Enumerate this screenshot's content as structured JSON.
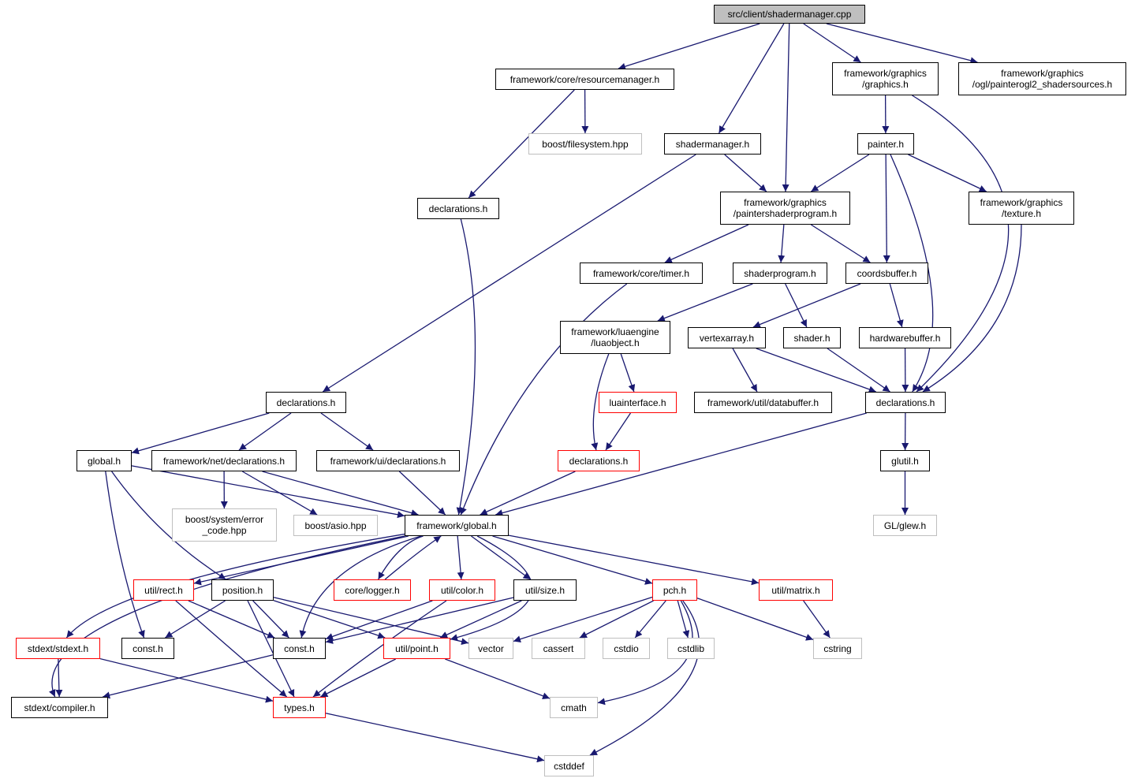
{
  "diagram": {
    "type": "include-dependency-graph",
    "edge_color": "#191970",
    "nodes": [
      {
        "id": "root",
        "label": "src/client/shadermanager.cpp",
        "kind": "root"
      },
      {
        "id": "resmgr",
        "label": "framework/core/resourcemanager.h",
        "kind": "normal"
      },
      {
        "id": "graphics",
        "label": "framework/graphics\n/graphics.h",
        "kind": "normal"
      },
      {
        "id": "shadersrc",
        "label": "framework/graphics\n/ogl/painterogl2_shadersources.h",
        "kind": "normal"
      },
      {
        "id": "bfs",
        "label": "boost/filesystem.hpp",
        "kind": "external"
      },
      {
        "id": "shadermgrh",
        "label": "shadermanager.h",
        "kind": "normal"
      },
      {
        "id": "painter",
        "label": "painter.h",
        "kind": "normal"
      },
      {
        "id": "decl_core",
        "label": "declarations.h",
        "kind": "normal"
      },
      {
        "id": "pshader",
        "label": "framework/graphics\n/paintershaderprogram.h",
        "kind": "normal"
      },
      {
        "id": "texture",
        "label": "framework/graphics\n/texture.h",
        "kind": "normal"
      },
      {
        "id": "timer",
        "label": "framework/core/timer.h",
        "kind": "normal"
      },
      {
        "id": "shaderprog",
        "label": "shaderprogram.h",
        "kind": "normal"
      },
      {
        "id": "coordsbuf",
        "label": "coordsbuffer.h",
        "kind": "normal"
      },
      {
        "id": "luaobj",
        "label": "framework/luaengine\n/luaobject.h",
        "kind": "normal"
      },
      {
        "id": "vertexarr",
        "label": "vertexarray.h",
        "kind": "normal"
      },
      {
        "id": "shaderh",
        "label": "shader.h",
        "kind": "normal"
      },
      {
        "id": "hwbuf",
        "label": "hardwarebuffer.h",
        "kind": "normal"
      },
      {
        "id": "decl_client",
        "label": "declarations.h",
        "kind": "normal"
      },
      {
        "id": "luaiface",
        "label": "luainterface.h",
        "kind": "truncated"
      },
      {
        "id": "databuf",
        "label": "framework/util/databuffer.h",
        "kind": "normal"
      },
      {
        "id": "decl_gfx",
        "label": "declarations.h",
        "kind": "normal"
      },
      {
        "id": "globalh",
        "label": "global.h",
        "kind": "normal"
      },
      {
        "id": "netdecl",
        "label": "framework/net/declarations.h",
        "kind": "normal"
      },
      {
        "id": "uidecl",
        "label": "framework/ui/declarations.h",
        "kind": "normal"
      },
      {
        "id": "decl_lua",
        "label": "declarations.h",
        "kind": "truncated"
      },
      {
        "id": "glutil",
        "label": "glutil.h",
        "kind": "normal"
      },
      {
        "id": "errcode",
        "label": "boost/system/error\n_code.hpp",
        "kind": "external"
      },
      {
        "id": "asio",
        "label": "boost/asio.hpp",
        "kind": "external"
      },
      {
        "id": "fwglobal",
        "label": "framework/global.h",
        "kind": "normal"
      },
      {
        "id": "glew",
        "label": "GL/glew.h",
        "kind": "external"
      },
      {
        "id": "rect",
        "label": "util/rect.h",
        "kind": "truncated"
      },
      {
        "id": "position",
        "label": "position.h",
        "kind": "normal"
      },
      {
        "id": "logger",
        "label": "core/logger.h",
        "kind": "truncated"
      },
      {
        "id": "color",
        "label": "util/color.h",
        "kind": "truncated"
      },
      {
        "id": "size",
        "label": "util/size.h",
        "kind": "normal"
      },
      {
        "id": "pch",
        "label": "pch.h",
        "kind": "truncated"
      },
      {
        "id": "matrix",
        "label": "util/matrix.h",
        "kind": "truncated"
      },
      {
        "id": "stdext",
        "label": "stdext/stdext.h",
        "kind": "truncated"
      },
      {
        "id": "const1",
        "label": "const.h",
        "kind": "normal"
      },
      {
        "id": "const2",
        "label": "const.h",
        "kind": "normal"
      },
      {
        "id": "point",
        "label": "util/point.h",
        "kind": "truncated"
      },
      {
        "id": "vector",
        "label": "vector",
        "kind": "external"
      },
      {
        "id": "cassert",
        "label": "cassert",
        "kind": "external"
      },
      {
        "id": "cstdio",
        "label": "cstdio",
        "kind": "external"
      },
      {
        "id": "cstdlib",
        "label": "cstdlib",
        "kind": "external"
      },
      {
        "id": "cstring",
        "label": "cstring",
        "kind": "external"
      },
      {
        "id": "compiler",
        "label": "stdext/compiler.h",
        "kind": "normal"
      },
      {
        "id": "types",
        "label": "types.h",
        "kind": "truncated"
      },
      {
        "id": "cmath",
        "label": "cmath",
        "kind": "external"
      },
      {
        "id": "cstddef",
        "label": "cstddef",
        "kind": "external"
      }
    ],
    "edges": [
      [
        "root",
        "resmgr"
      ],
      [
        "root",
        "graphics"
      ],
      [
        "root",
        "shadersrc"
      ],
      [
        "root",
        "shadermgrh"
      ],
      [
        "root",
        "pshader"
      ],
      [
        "resmgr",
        "bfs"
      ],
      [
        "resmgr",
        "decl_core"
      ],
      [
        "graphics",
        "painter"
      ],
      [
        "graphics",
        "decl_gfx"
      ],
      [
        "shadermgrh",
        "pshader"
      ],
      [
        "shadermgrh",
        "decl_client"
      ],
      [
        "painter",
        "pshader"
      ],
      [
        "painter",
        "texture"
      ],
      [
        "painter",
        "coordsbuf"
      ],
      [
        "painter",
        "decl_gfx"
      ],
      [
        "decl_core",
        "fwglobal"
      ],
      [
        "pshader",
        "timer"
      ],
      [
        "pshader",
        "shaderprog"
      ],
      [
        "pshader",
        "coordsbuf"
      ],
      [
        "texture",
        "decl_gfx"
      ],
      [
        "timer",
        "fwglobal"
      ],
      [
        "shaderprog",
        "luaobj"
      ],
      [
        "shaderprog",
        "shaderh"
      ],
      [
        "coordsbuf",
        "vertexarr"
      ],
      [
        "coordsbuf",
        "hwbuf"
      ],
      [
        "luaobj",
        "luaiface"
      ],
      [
        "luaobj",
        "decl_lua"
      ],
      [
        "luaiface",
        "decl_lua"
      ],
      [
        "vertexarr",
        "databuf"
      ],
      [
        "vertexarr",
        "decl_gfx"
      ],
      [
        "shaderh",
        "decl_gfx"
      ],
      [
        "hwbuf",
        "decl_gfx"
      ],
      [
        "decl_gfx",
        "glutil"
      ],
      [
        "decl_gfx",
        "fwglobal"
      ],
      [
        "glutil",
        "glew"
      ],
      [
        "decl_client",
        "globalh"
      ],
      [
        "decl_client",
        "netdecl"
      ],
      [
        "decl_client",
        "uidecl"
      ],
      [
        "globalh",
        "fwglobal"
      ],
      [
        "globalh",
        "position"
      ],
      [
        "globalh",
        "const1"
      ],
      [
        "netdecl",
        "errcode"
      ],
      [
        "netdecl",
        "asio"
      ],
      [
        "netdecl",
        "fwglobal"
      ],
      [
        "uidecl",
        "fwglobal"
      ],
      [
        "decl_lua",
        "fwglobal"
      ],
      [
        "fwglobal",
        "rect"
      ],
      [
        "fwglobal",
        "logger"
      ],
      [
        "fwglobal",
        "color"
      ],
      [
        "fwglobal",
        "size"
      ],
      [
        "fwglobal",
        "pch"
      ],
      [
        "fwglobal",
        "matrix"
      ],
      [
        "fwglobal",
        "stdext"
      ],
      [
        "fwglobal",
        "compiler"
      ],
      [
        "fwglobal",
        "const2"
      ],
      [
        "fwglobal",
        "point"
      ],
      [
        "logger",
        "fwglobal"
      ],
      [
        "rect",
        "const2"
      ],
      [
        "rect",
        "types"
      ],
      [
        "position",
        "const1"
      ],
      [
        "position",
        "const2"
      ],
      [
        "position",
        "types"
      ],
      [
        "position",
        "point"
      ],
      [
        "position",
        "vector"
      ],
      [
        "color",
        "const2"
      ],
      [
        "color",
        "types"
      ],
      [
        "size",
        "const2"
      ],
      [
        "size",
        "point"
      ],
      [
        "pch",
        "vector"
      ],
      [
        "pch",
        "cassert"
      ],
      [
        "pch",
        "cstdio"
      ],
      [
        "pch",
        "cstdlib"
      ],
      [
        "pch",
        "cstring"
      ],
      [
        "pch",
        "cmath"
      ],
      [
        "pch",
        "cstddef"
      ],
      [
        "matrix",
        "cstring"
      ],
      [
        "stdext",
        "compiler"
      ],
      [
        "stdext",
        "types"
      ],
      [
        "const2",
        "compiler"
      ],
      [
        "point",
        "types"
      ],
      [
        "point",
        "cmath"
      ],
      [
        "types",
        "cstddef"
      ]
    ]
  }
}
